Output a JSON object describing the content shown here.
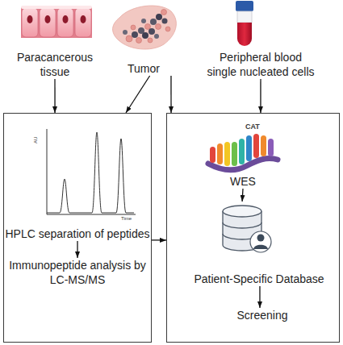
{
  "diagram": {
    "nodes": [
      {
        "text": [
          "Paracancerous tissue"
        ]
      },
      {
        "text": [
          "Tumor"
        ]
      },
      {
        "text": [
          "Peripheral blood single nucleated cells"
        ]
      },
      {
        "text": []
      },
      {
        "text": [
          "HPLC separation of peptides"
        ],
        "in": 3
      },
      {
        "text": [
          "Immunopeptide analysis by LC-MS/MS"
        ],
        "in": 3
      },
      {
        "text": []
      },
      {
        "text": [
          "WES"
        ],
        "in": 6
      },
      {
        "text": [
          "Patient-Specific Database"
        ],
        "in": 6
      },
      {
        "text": [
          "Screening"
        ],
        "in": 6
      }
    ],
    "edges": [
      {
        "from": 0,
        "to": 3,
        "arrow": "to"
      },
      {
        "from": 1,
        "to": 3,
        "arrow": "to"
      },
      {
        "from": 1,
        "to": 6,
        "arrow": "to"
      },
      {
        "from": 2,
        "to": 6,
        "arrow": "to"
      },
      {
        "from": 4,
        "to": 5,
        "arrow": "to"
      },
      {
        "from": 3,
        "to": 6,
        "arrow": "to"
      },
      {
        "from": 7,
        "to": 8,
        "arrow": "to"
      },
      {
        "from": 8,
        "to": 9,
        "arrow": "to"
      }
    ],
    "labels": [
      "AU",
      "Time",
      "CAT"
    ]
  }
}
